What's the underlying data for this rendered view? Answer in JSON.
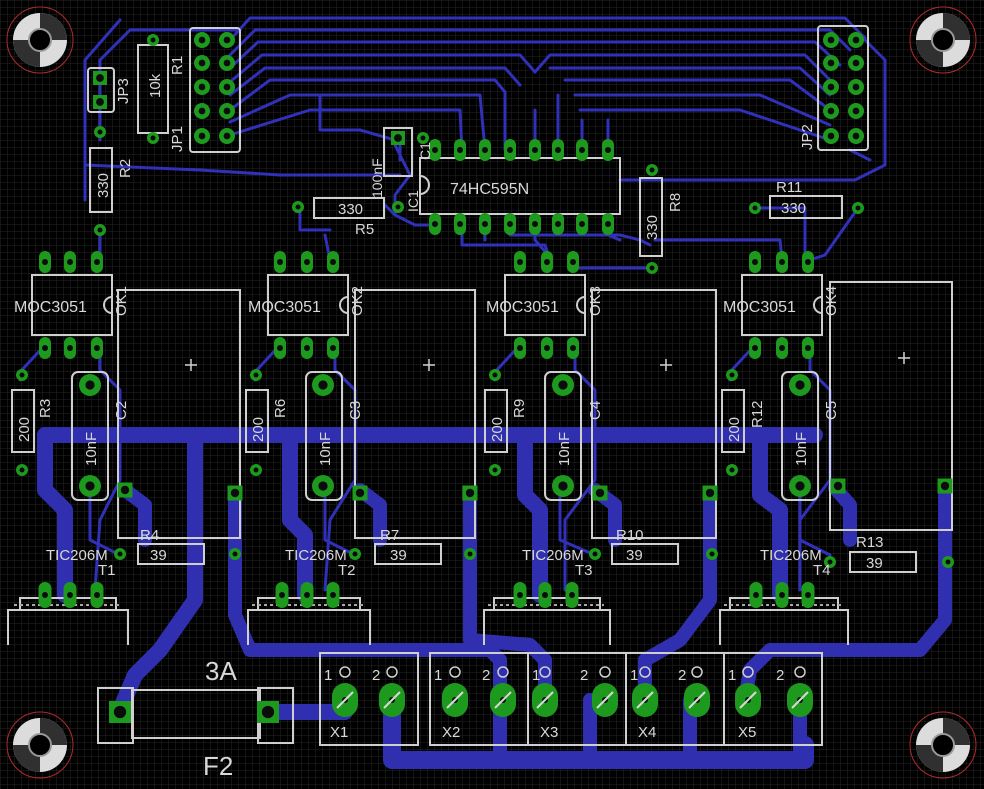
{
  "board": {
    "colors": {
      "background": "#000000",
      "grid": "#2a2a2a",
      "trace": "#2e2ea8",
      "trace_bright": "#3838c8",
      "pad": "#1d9a1d",
      "silk": "#d0d0d0",
      "hole_ring": "#c03030"
    }
  },
  "parts": {
    "jp3": "JP3",
    "r1": "R1",
    "r1_value": "10k",
    "jp1": "JP1",
    "jp2": "JP2",
    "r2": "R2",
    "r2_value": "330",
    "c1": "C1",
    "c1_value": "100nF",
    "ic1": "IC1",
    "ic1_value": "74HC595N",
    "r5": "R5",
    "r5_value": "330",
    "r8": "R8",
    "r8_value": "330",
    "r11": "R11",
    "r11_value": "330",
    "ok1": "OK1",
    "ok2": "OK2",
    "ok3": "OK3",
    "ok4": "OK4",
    "moc": "MOC3051",
    "r3": "R3",
    "r6": "R6",
    "r9": "R9",
    "r12": "R12",
    "r200": "200",
    "c2": "C2",
    "c3": "C3",
    "c4": "C4",
    "c5": "C5",
    "c10": "10nF",
    "r4": "R4",
    "r7": "R7",
    "r10": "R10",
    "r13": "R13",
    "r39": "39",
    "triac": "TIC206M",
    "t1": "T1",
    "t2": "T2",
    "t3": "T3",
    "t4": "T4",
    "fuse": "F2",
    "fuse_value": "3A",
    "x1": "X1",
    "x2": "X2",
    "x3": "X3",
    "x4": "X4",
    "x5": "X5",
    "pin1": "1",
    "pin2": "2"
  }
}
